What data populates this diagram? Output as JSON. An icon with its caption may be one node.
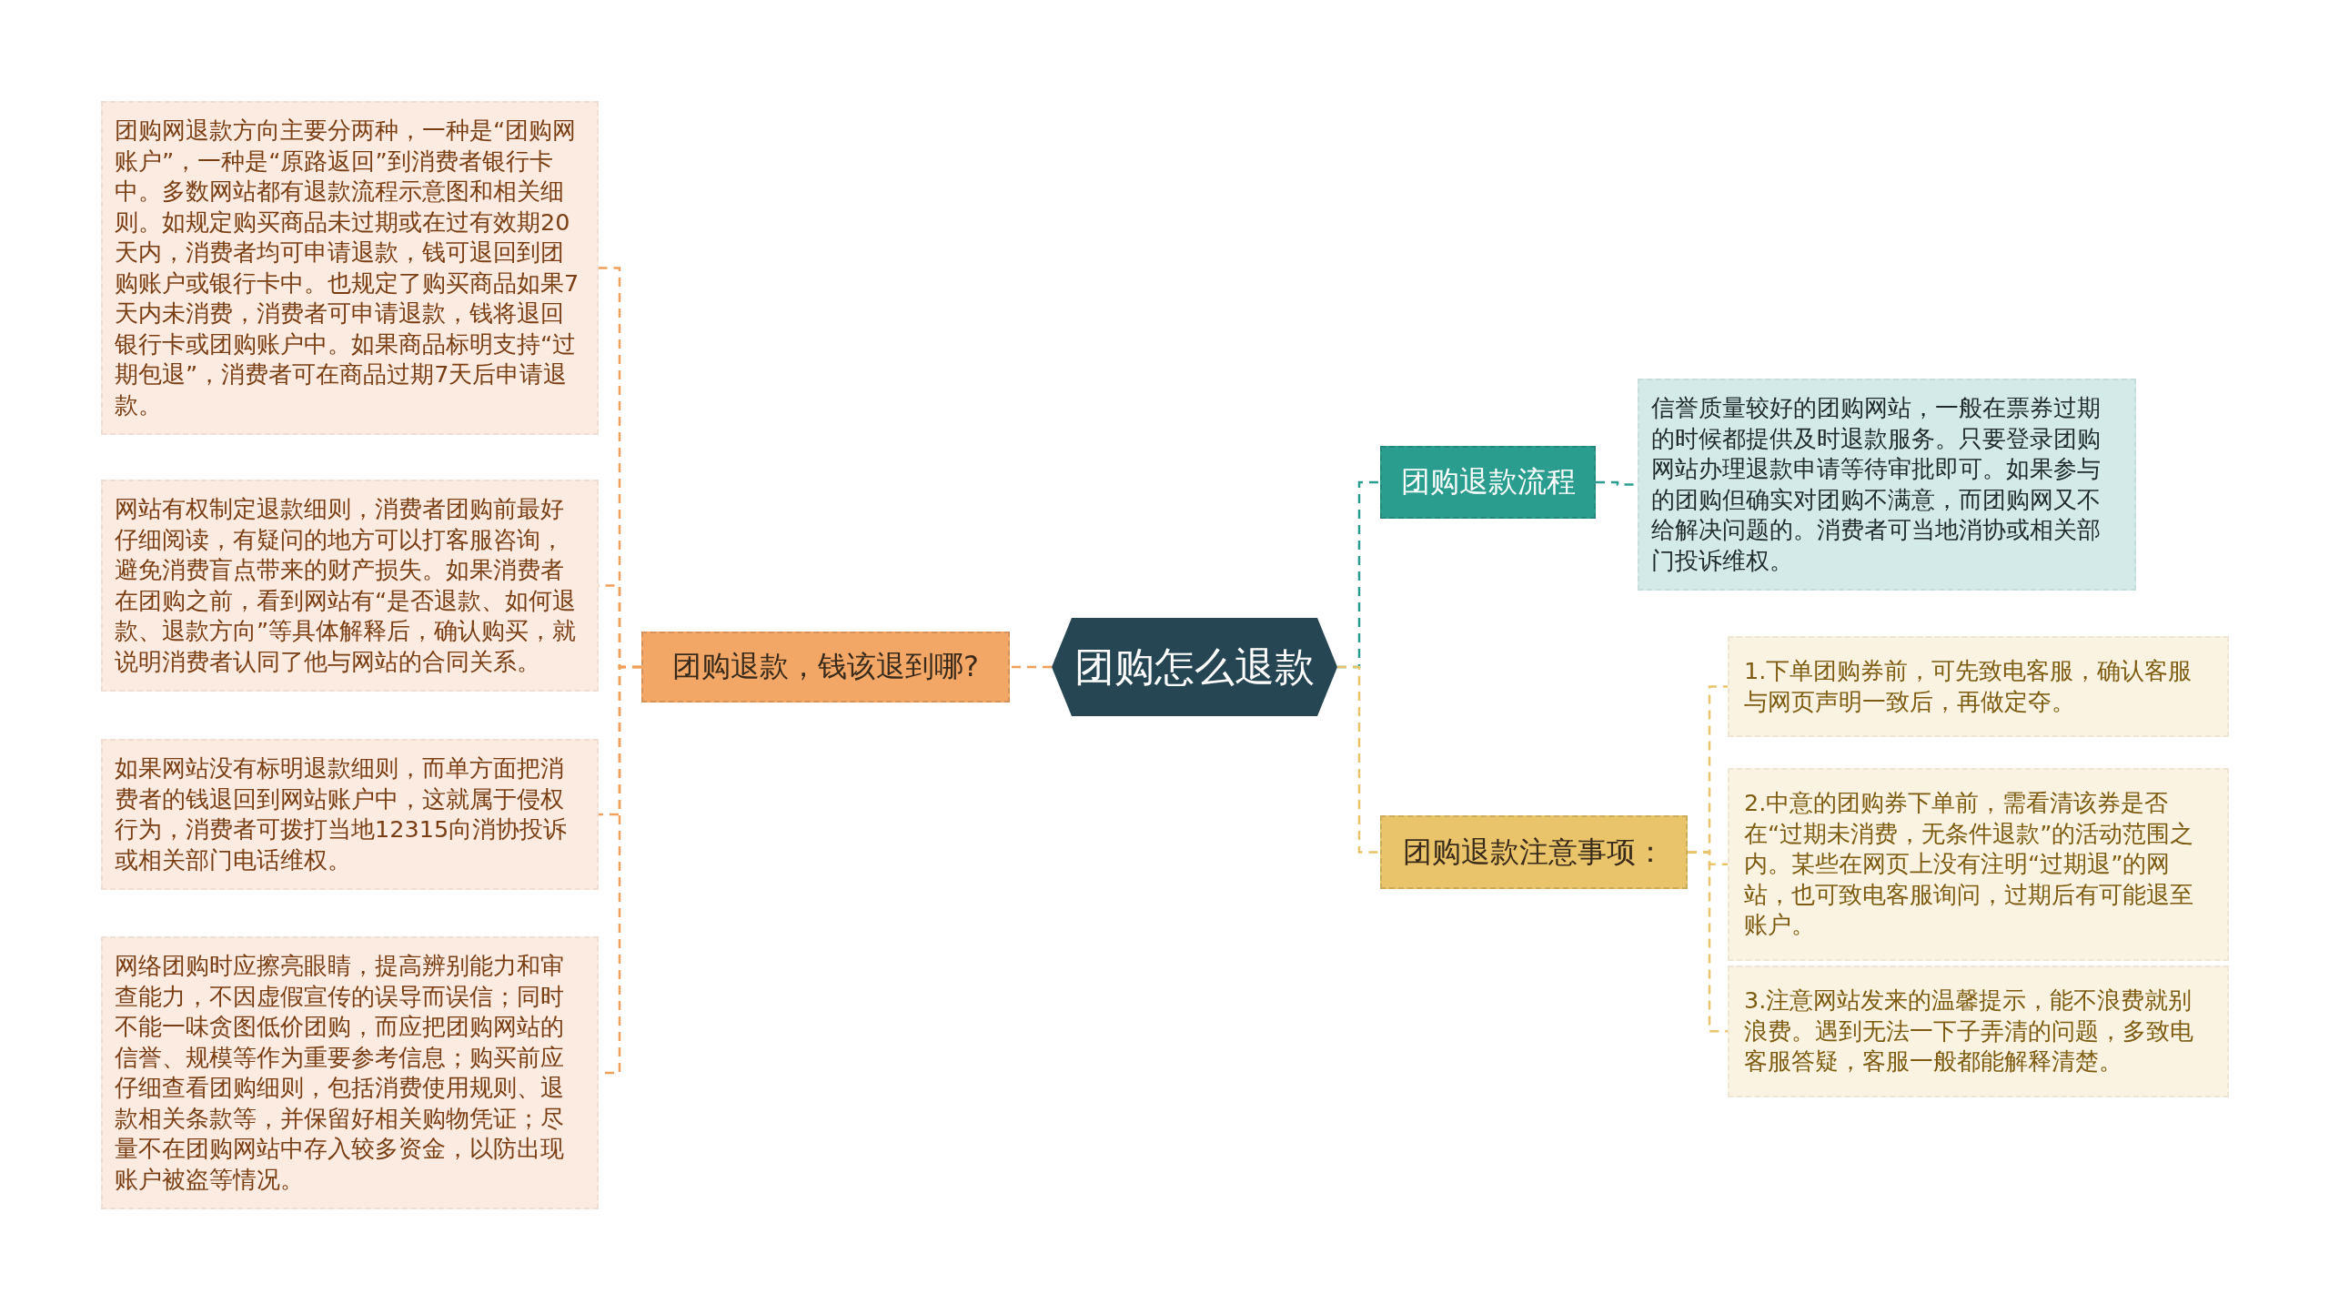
{
  "diagram": {
    "nodes": [
      {
        "text": [
          "团购怎么退款"
        ]
      },
      {
        "text": [
          "团购退款，钱该退到哪?"
        ]
      },
      {
        "text": [
          "团购网退款方向主要分两种，一种是“团购网账户”，一种是“原路返回”到消费者银行卡中。多数网站都有退款流程示意图和相关细则。如规定购买商品未过期或在过有效期20天内，消费者均可申请退款，钱可退回到团购账户或银行卡中。也规定了购买商品如果7天内未消费，消费者可申请退款，钱将退回银行卡或团购账户中。如果商品标明支持“过期包退”，消费者可在商品过期7天后申请退款。"
        ]
      },
      {
        "text": [
          "网站有权制定退款细则，消费者团购前最好仔细阅读，有疑问的地方可以打客服咨询，避免消费盲点带来的财产损失。如果消费者在团购之前，看到网站有“是否退款、如何退款、退款方向”等具体解释后，确认购买，就说明消费者认同了他与网站的合同关系。"
        ]
      },
      {
        "text": [
          "如果网站没有标明退款细则，而单方面把消费者的钱退回到网站账户中，这就属于侵权行为，消费者可拨打当地12315向消协投诉或相关部门电话维权。"
        ]
      },
      {
        "text": [
          "网络团购时应擦亮眼睛，提高辨别能力和审查能力，不因虚假宣传的误导而误信；同时不能一味贪图低价团购，而应把团购网站的信誉、规模等作为重要参考信息；购买前应仔细查看团购细则，包括消费使用规则、退款相关条款等，并保留好相关购物凭证；尽量不在团购网站中存入较多资金，以防出现账户被盗等情况。"
        ]
      },
      {
        "text": [
          "团购退款流程"
        ]
      },
      {
        "text": [
          "信誉质量较好的团购网站，一般在票券过期的时候都提供及时退款服务。只要登录团购网站办理退款申请等待审批即可。如果参与的团购但确实对团购不满意，而团购网又不给解决问题的。消费者可当地消协或相关部门投诉维权。"
        ]
      },
      {
        "text": [
          "团购退款注意事项："
        ]
      },
      {
        "text": [
          "1.下单团购券前，可先致电客服，确认客服与网页声明一致后，再做定夺。"
        ]
      },
      {
        "text": [
          "2.中意的团购券下单前，需看清该券是否在“过期未消费，无条件退款”的活动范围之内。某些在网页上没有注明“过期退”的网站，也可致电客服询问，过期后有可能退至账户。"
        ]
      },
      {
        "text": [
          "3.注意网站发来的温馨提示，能不浪费就别浪费。遇到无法一下子弄清的问题，多致电客服答疑，客服一般都能解释清楚。"
        ]
      }
    ],
    "edges": [
      {
        "from": 0,
        "to": 1,
        "arrow": "none",
        "style": "dashed",
        "color": "#f0a05a"
      },
      {
        "from": 1,
        "to": 2,
        "arrow": "none",
        "style": "dashed",
        "color": "#f0a05a"
      },
      {
        "from": 1,
        "to": 3,
        "arrow": "none",
        "style": "dashed",
        "color": "#f0a05a"
      },
      {
        "from": 1,
        "to": 4,
        "arrow": "none",
        "style": "dashed",
        "color": "#f0a05a"
      },
      {
        "from": 1,
        "to": 5,
        "arrow": "none",
        "style": "dashed",
        "color": "#f0a05a"
      },
      {
        "from": 0,
        "to": 6,
        "arrow": "none",
        "style": "dashed",
        "color": "#2a9d8f"
      },
      {
        "from": 6,
        "to": 7,
        "arrow": "none",
        "style": "dashed",
        "color": "#2a9d8f"
      },
      {
        "from": 0,
        "to": 8,
        "arrow": "none",
        "style": "dashed",
        "color": "#e9c46a"
      },
      {
        "from": 8,
        "to": 9,
        "arrow": "none",
        "style": "dashed",
        "color": "#e9c46a"
      },
      {
        "from": 8,
        "to": 10,
        "arrow": "none",
        "style": "dashed",
        "color": "#e9c46a"
      },
      {
        "from": 8,
        "to": 11,
        "arrow": "none",
        "style": "dashed",
        "color": "#e9c46a"
      }
    ]
  }
}
